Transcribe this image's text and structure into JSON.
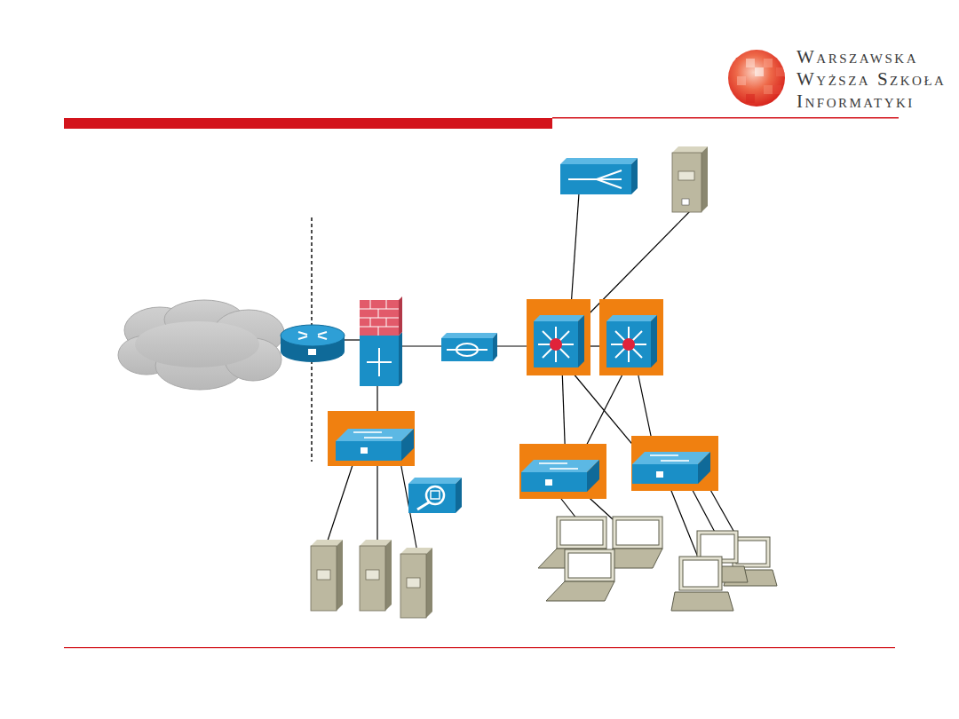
{
  "diagram": {
    "labels": [
      "Warszawska",
      "Wyższa Szkoła",
      "Informatyki"
    ]
  }
}
